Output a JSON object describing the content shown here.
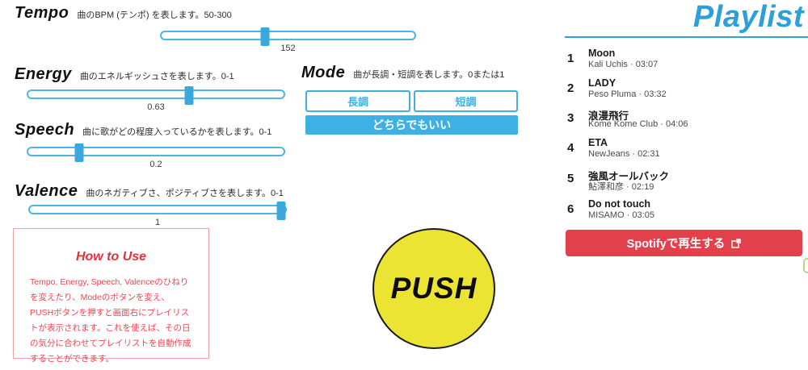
{
  "colors": {
    "accent_blue": "#3db1e3",
    "playlist_blue": "#2d9fd9",
    "spotify_red": "#e2414b",
    "howto_red": "#e8303a",
    "push_yellow": "#ece433"
  },
  "sliders": [
    {
      "id": "tempo",
      "title": "Tempo",
      "desc": "曲のBPM (テンポ) を表します。50-300",
      "value": "152",
      "percent": 41
    },
    {
      "id": "energy",
      "title": "Energy",
      "desc": "曲のエネルギッシュさを表します。0-1",
      "value": "0.63",
      "percent": 63
    },
    {
      "id": "speech",
      "title": "Speech",
      "desc": "曲に歌がどの程度入っているかを表します。0-1",
      "value": "0.2",
      "percent": 20
    },
    {
      "id": "valence",
      "title": "Valence",
      "desc": "曲のネガティブさ、ポジティブさを表します。0-1",
      "value": "1",
      "percent": 98.4
    }
  ],
  "mode": {
    "title": "Mode",
    "desc": "曲が長調・短調を表します。0または1",
    "major_label": "長調",
    "minor_label": "短調",
    "either_label": "どちらでもいい"
  },
  "how_to_use": {
    "title": "How to Use",
    "body": "Tempo, Energy, Speech, Valenceのひねりを変えたり、Modeのボタンを変え、PUSHボタンを押すと画面右にプレイリストが表示されます。これを使えば、その日の気分に合わせてプレイリストを自動作成することができます。"
  },
  "push_button": {
    "label": "PUSH"
  },
  "playlist": {
    "title": "Playlist",
    "separator": " · ",
    "items": [
      {
        "num": "1",
        "title": "Moon",
        "artist": "Kali Uchis",
        "duration": "03:07"
      },
      {
        "num": "2",
        "title": "LADY",
        "artist": "Peso Pluma",
        "duration": "03:32"
      },
      {
        "num": "3",
        "title": "浪漫飛行",
        "artist": "Kome Kome Club",
        "duration": "04:06"
      },
      {
        "num": "4",
        "title": "ETA",
        "artist": "NewJeans",
        "duration": "02:31"
      },
      {
        "num": "5",
        "title": "強風オールバック",
        "artist": "鮎澤和彦",
        "duration": "02:19"
      },
      {
        "num": "6",
        "title": "Do not touch",
        "artist": "MISAMO",
        "duration": "03:05"
      }
    ],
    "spotify_label": "Spotifyで再生する"
  }
}
